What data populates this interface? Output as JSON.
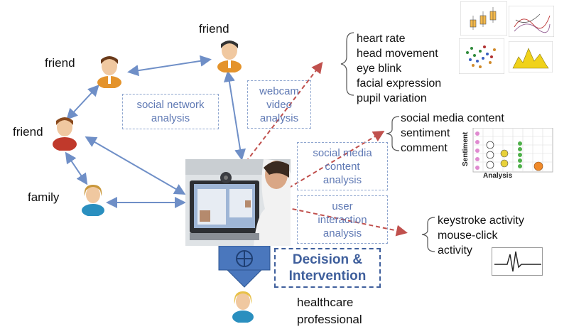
{
  "people": {
    "friend_top": "friend",
    "friend_left_top": "friend",
    "friend_left_mid": "friend",
    "family": "family",
    "healthcare": [
      "healthcare",
      "professional"
    ]
  },
  "analysis_boxes": {
    "social_network": [
      "social network",
      "analysis"
    ],
    "webcam_video": [
      "webcam",
      "video",
      "analysis"
    ],
    "social_media_content": [
      "social media",
      "content",
      "analysis"
    ],
    "user_interaction": [
      "user",
      "interaction",
      "analysis"
    ]
  },
  "webcam_features": [
    "heart rate",
    "head movement",
    "eye blink",
    "facial expression",
    "pupil variation"
  ],
  "social_media_features": [
    "social media content",
    "sentiment",
    "comment"
  ],
  "interaction_features": [
    "keystroke activity",
    "mouse-click",
    "activity"
  ],
  "decision": [
    "Decision &",
    "Intervention"
  ],
  "sentiment_chart": {
    "ylabel": "Sentiment",
    "xlabel": "Analysis"
  },
  "colors": {
    "arrow_blue": "#6f8fc7",
    "arrow_red": "#c0504d",
    "box_text": "#5f79b4",
    "decision": "#3f5f9c",
    "flow_arrow": "#4a77bd"
  },
  "icons": [
    "person-icon",
    "computer-user-photo",
    "plus-circle-icon",
    "down-arrow-icon",
    "heartbeat-icon",
    "smiley-icon",
    "frowny-icon",
    "mini-chart-icon"
  ]
}
